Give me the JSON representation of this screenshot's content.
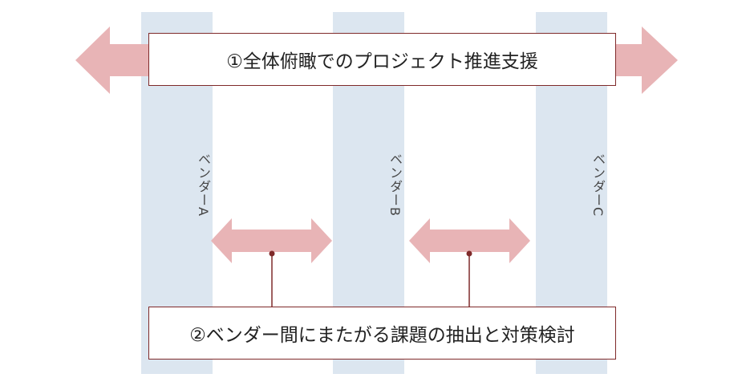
{
  "vendors": [
    {
      "label": "ベンダーA"
    },
    {
      "label": "ベンダーB"
    },
    {
      "label": "ベンダーC"
    }
  ],
  "boxes": {
    "top": "①全体俯瞰でのプロジェクト推進支援",
    "bottom": "②ベンダー間にまたがる課題の抽出と対策検討"
  },
  "colors": {
    "vendor_column": "#dce6f0",
    "arrow": "#e8b4b6",
    "box_border": "#7f2a2a",
    "connector": "#7f2a2a"
  }
}
